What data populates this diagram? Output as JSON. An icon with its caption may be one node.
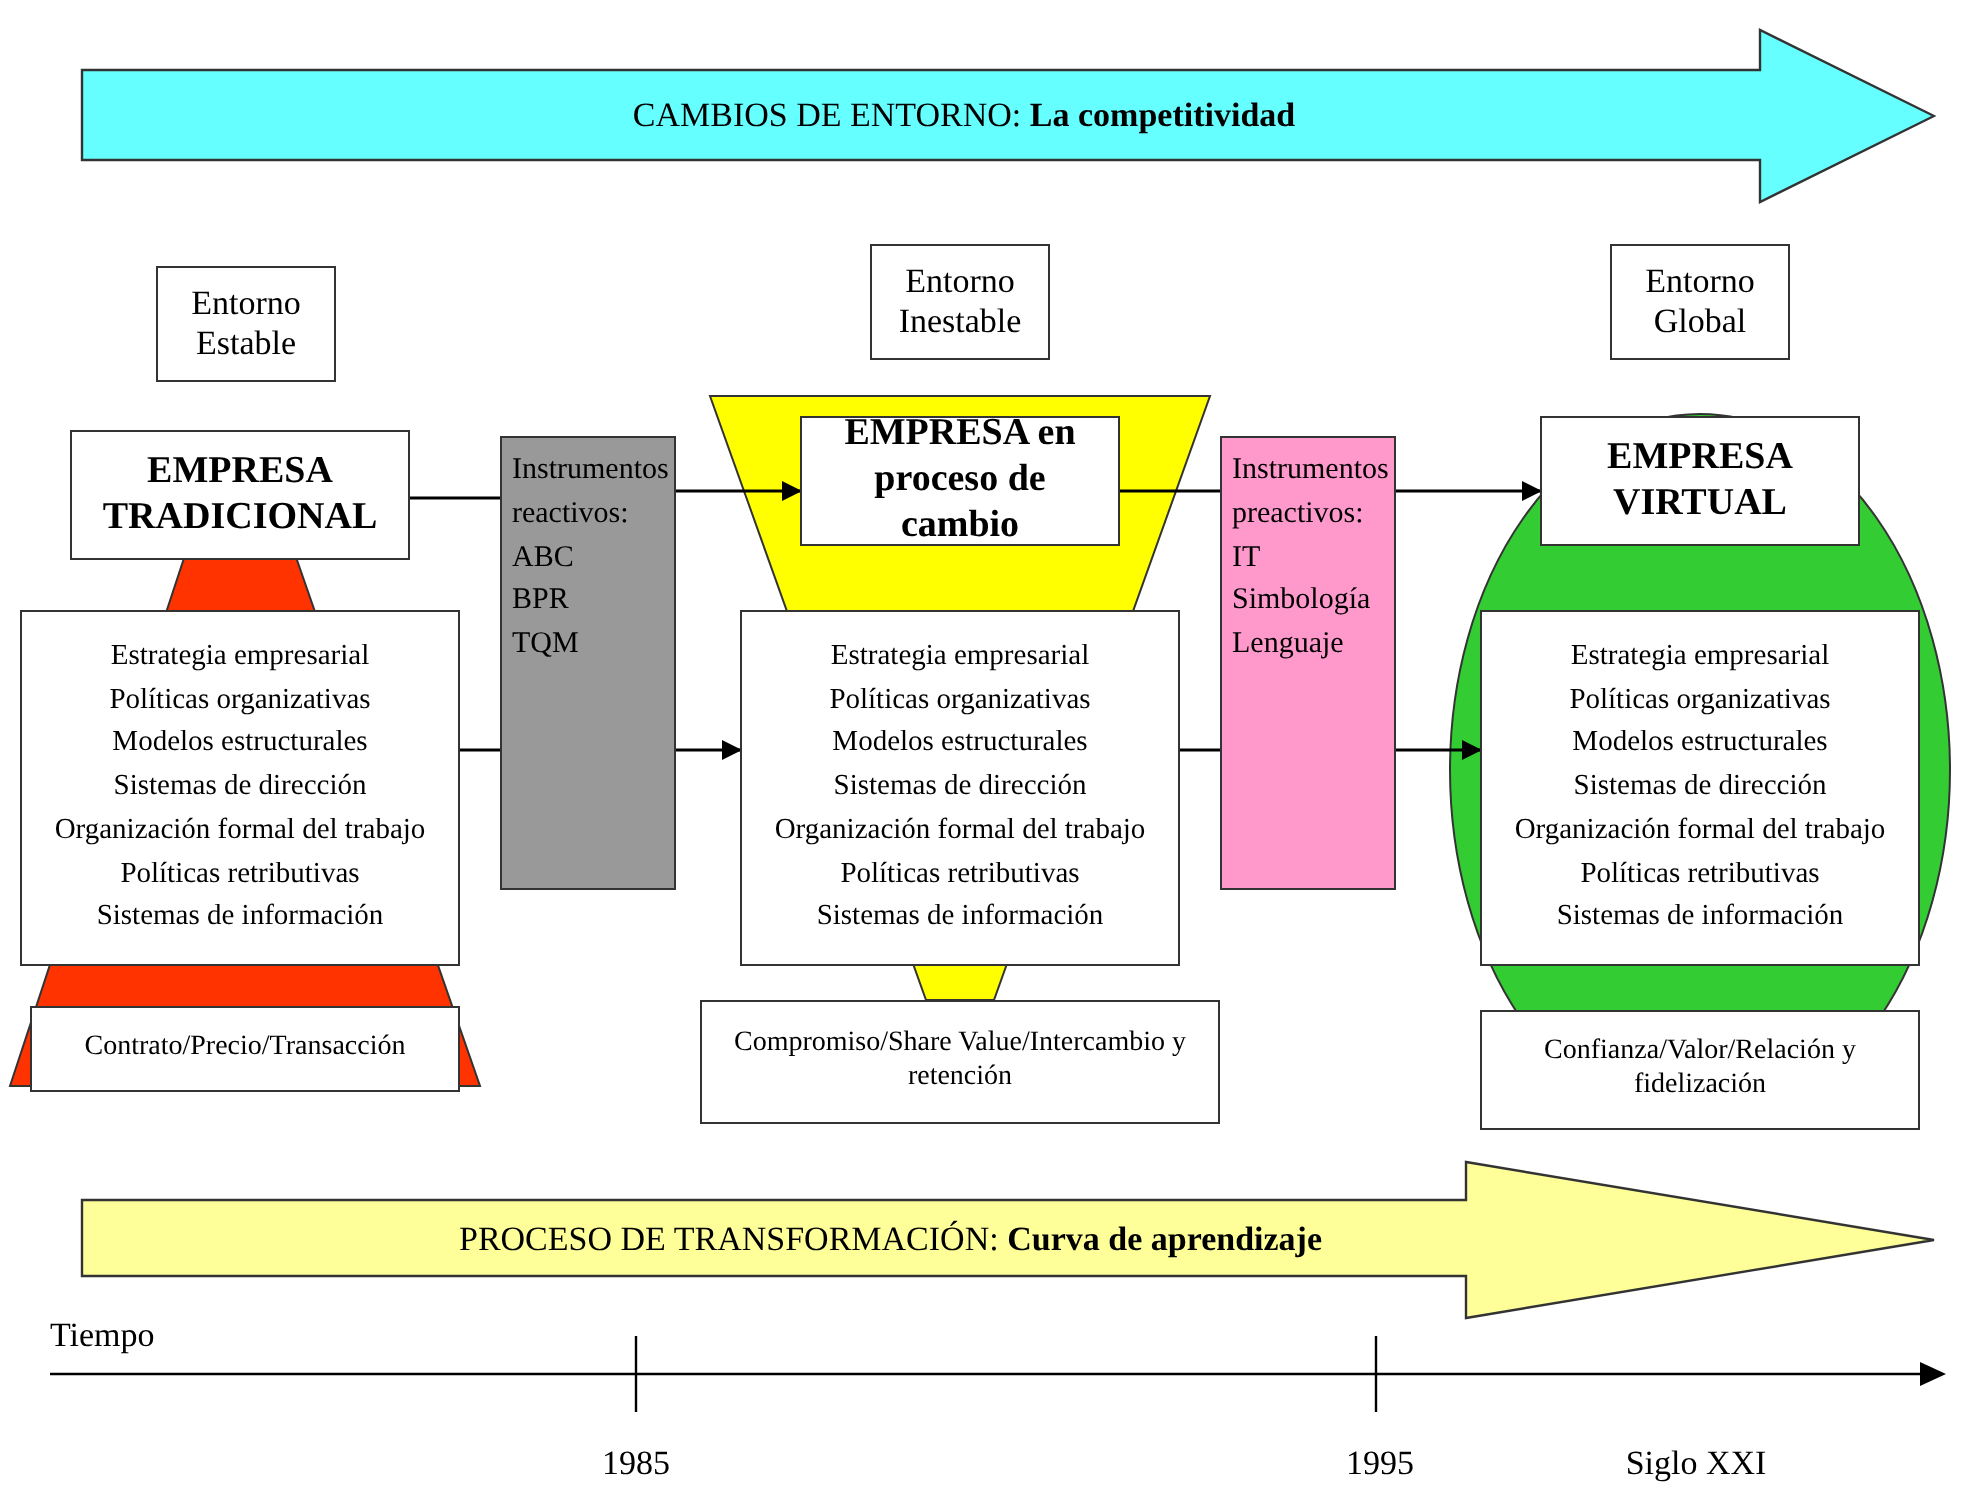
{
  "diagram": {
    "nodes": [
      {
        "text": [
          "CAMBIOS DE ENTORNO: **La competitividad**"
        ]
      },
      {
        "text": [
          "Entorno Estable"
        ]
      },
      {
        "text": [
          "Entorno Inestable"
        ]
      },
      {
        "text": [
          "Entorno Global"
        ]
      },
      {
        "text": [
          "EMPRESA TRADICIONAL"
        ]
      },
      {
        "text": [
          "Instrumentos reactivos:",
          "ABC",
          "BPR",
          "TQM"
        ]
      },
      {
        "text": [
          "EMPRESA en proceso de cambio"
        ]
      },
      {
        "text": [
          "Instrumentos preactivos:",
          "IT",
          "Simbología",
          "Lenguaje"
        ]
      },
      {
        "text": [
          "EMPRESA VIRTUAL"
        ]
      },
      {
        "text": [
          "Estrategia empresarial",
          "Políticas organizativas",
          "Modelos estructurales",
          "Sistemas de dirección",
          "Organización formal del trabajo",
          "Políticas retributivas",
          "Sistemas de información"
        ]
      },
      {
        "text": [
          "Estrategia empresarial",
          "Políticas organizativas",
          "Modelos estructurales",
          "Sistemas de dirección",
          "Organización formal del trabajo",
          "Políticas retributivas",
          "Sistemas de información"
        ]
      },
      {
        "text": [
          "Estrategia empresarial",
          "Políticas organizativas",
          "Modelos estructurales",
          "Sistemas de dirección",
          "Organización formal del trabajo",
          "Políticas retributivas",
          "Sistemas de información"
        ]
      },
      {
        "text": [
          "Contrato/Precio/Transacción"
        ]
      },
      {
        "text": [
          "Compromiso/Share Value/Intercambio y retención"
        ]
      },
      {
        "text": [
          "Confianza/Valor/Relación y fidelización"
        ]
      },
      {
        "text": [
          "PROCESO DE TRANSFORMACIÓN: **Curva de aprendizaje**"
        ]
      }
    ],
    "edges": [
      {
        "from": 4,
        "to": 5,
        "arrow": "none"
      },
      {
        "from": 5,
        "to": 6,
        "arrow": "to"
      },
      {
        "from": 9,
        "to": 5,
        "arrow": "none"
      },
      {
        "from": 5,
        "to": 10,
        "arrow": "to"
      },
      {
        "from": 6,
        "to": 7,
        "arrow": "none"
      },
      {
        "from": 7,
        "to": 8,
        "arrow": "to"
      },
      {
        "from": 10,
        "to": 7,
        "arrow": "none"
      },
      {
        "from": 7,
        "to": 11,
        "arrow": "to"
      }
    ],
    "labels": [
      "Tiempo",
      "1985",
      "1995",
      "Siglo XXI"
    ]
  }
}
